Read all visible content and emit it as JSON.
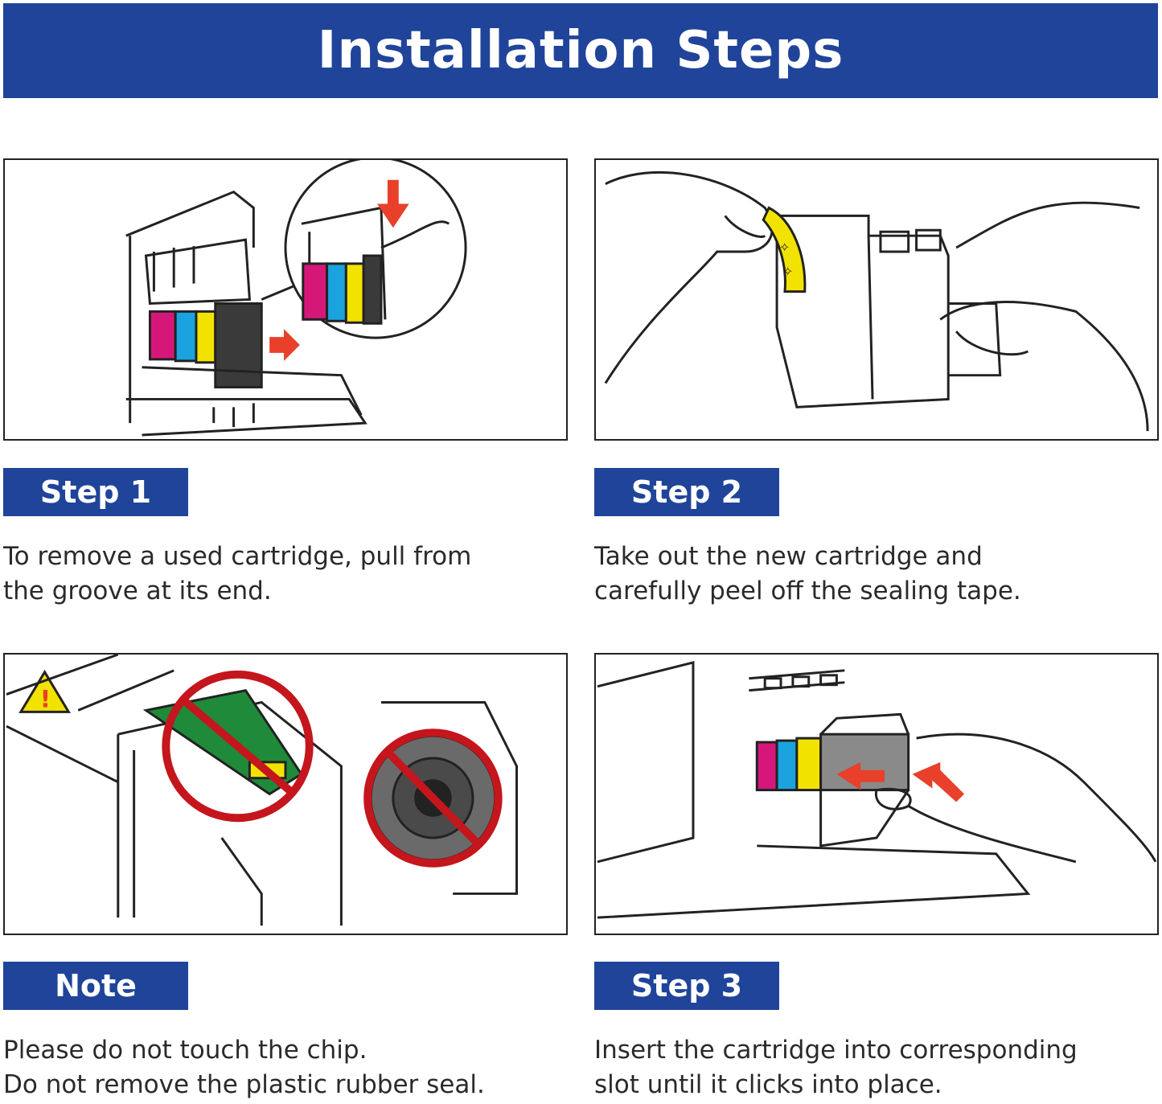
{
  "title": "Installation Steps",
  "colors": {
    "brand_blue": "#1f4499",
    "magenta": "#d6177a",
    "cyan": "#1aa3de",
    "yellow": "#f2e200",
    "black": "#333333",
    "arrow_red": "#e8402a",
    "prohibit_red": "#c4161c",
    "chip_green": "#1f8a3a"
  },
  "sections": [
    {
      "label": "Step 1",
      "lines": [
        "To remove a used cartridge, pull from",
        "the groove at its end."
      ],
      "illustration": "remove-cartridge-illustration"
    },
    {
      "label": "Step 2",
      "lines": [
        "Take out the new cartridge and",
        "carefully peel off the sealing tape."
      ],
      "illustration": "peel-tape-illustration"
    },
    {
      "label": "Note",
      "lines": [
        "Please do not touch the chip.",
        "Do not remove the plastic rubber seal."
      ],
      "illustration": "do-not-touch-illustration"
    },
    {
      "label": "Step 3",
      "lines": [
        "Insert the cartridge into corresponding",
        "slot until it clicks into place."
      ],
      "illustration": "insert-cartridge-illustration"
    }
  ]
}
